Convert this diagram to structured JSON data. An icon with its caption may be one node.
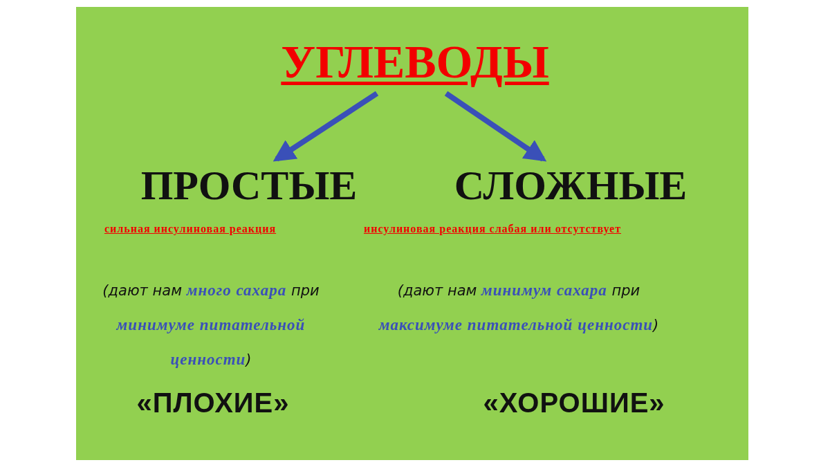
{
  "diagram": {
    "nodes": [
      {
        "text": [
          "УГЛЕВОДЫ"
        ]
      },
      {
        "text": [
          "ПРОСТЫЕ"
        ]
      },
      {
        "text": [
          "СЛОЖНЫЕ"
        ]
      }
    ],
    "edges": [
      {
        "from": 0,
        "to": 1,
        "arrow": "to"
      },
      {
        "from": 0,
        "to": 2,
        "arrow": "to"
      }
    ],
    "labels": [
      "сильная инсулиновая реакция",
      "инсулиновая реакция слабая или отсутствует",
      "(дают нам *много сахара* при *минимуме питательной ценности*)",
      "(дают нам *минимум сахара* при *максимуме питательной ценности*)",
      "«ПЛОХИЕ»",
      "«ХОРОШИЕ»"
    ]
  }
}
